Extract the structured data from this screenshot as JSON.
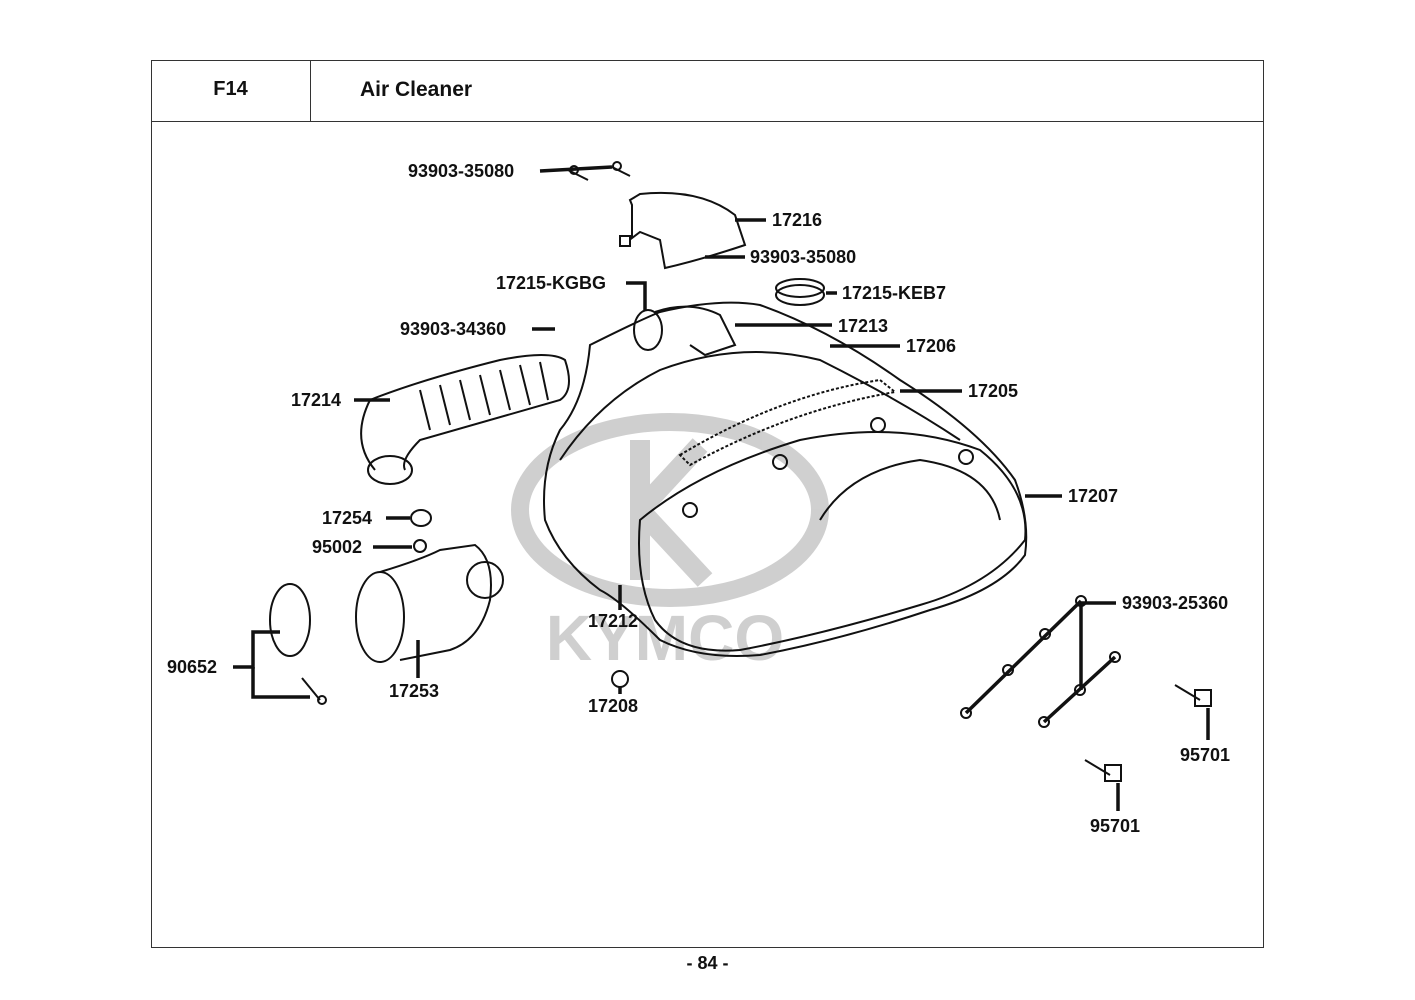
{
  "header": {
    "code": "F14",
    "title": "Air Cleaner"
  },
  "watermark": "KYMCO",
  "parts": [
    {
      "no": "93903-35080"
    },
    {
      "no": "17216"
    },
    {
      "no": "93903-35080"
    },
    {
      "no": "17215-KGBG"
    },
    {
      "no": "17215-KEB7"
    },
    {
      "no": "93903-34360"
    },
    {
      "no": "17213"
    },
    {
      "no": "17206"
    },
    {
      "no": "17205"
    },
    {
      "no": "17214"
    },
    {
      "no": "17207"
    },
    {
      "no": "17254"
    },
    {
      "no": "95002"
    },
    {
      "no": "93903-25360"
    },
    {
      "no": "17212"
    },
    {
      "no": "90652"
    },
    {
      "no": "17253"
    },
    {
      "no": "17208"
    },
    {
      "no": "95701"
    },
    {
      "no": "95701"
    }
  ],
  "footer": {
    "page": "- 84 -"
  }
}
